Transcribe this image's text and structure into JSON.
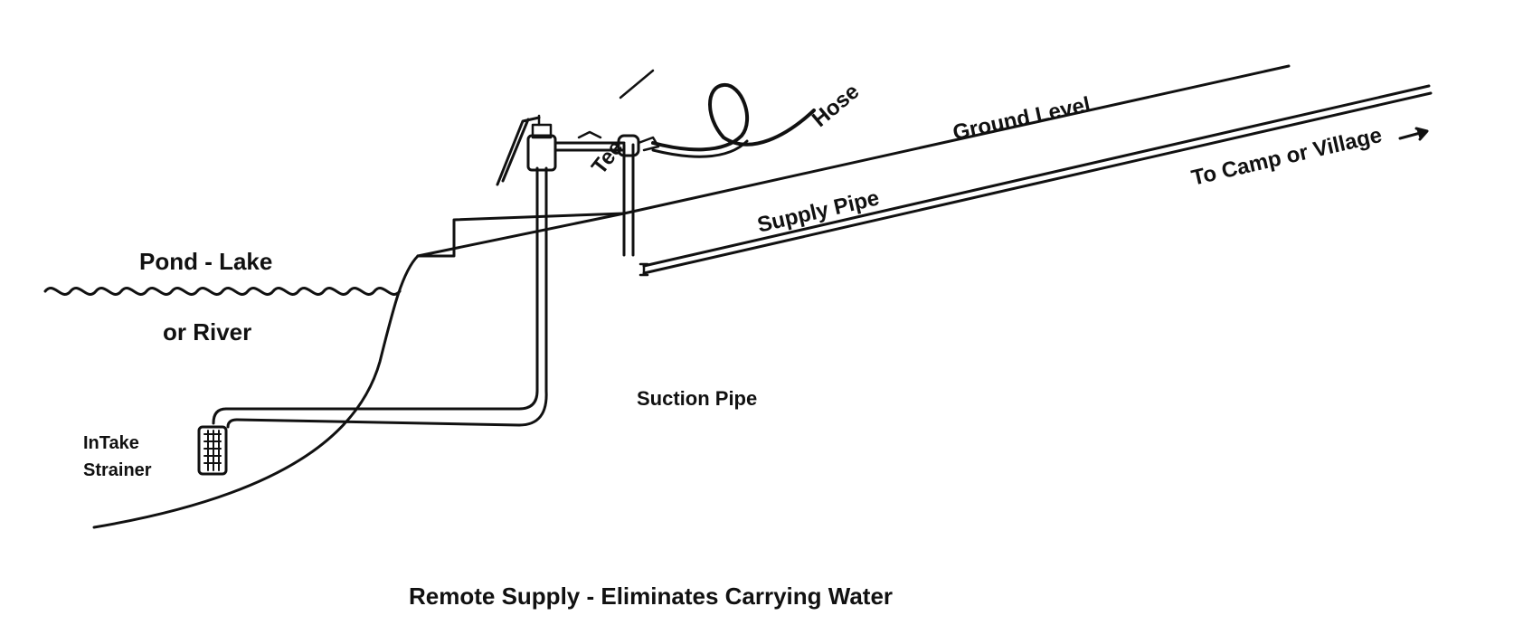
{
  "labels": {
    "tee": "Tee",
    "hose": "Hose",
    "ground_level": "Ground Level",
    "supply_pipe": "Supply Pipe",
    "to_camp": "To Camp or Village",
    "pond_lake": "Pond - Lake",
    "or_river": "or River",
    "suction_pipe": "Suction Pipe",
    "intake": "InTake",
    "strainer": "Strainer"
  },
  "caption": "Remote Supply - Eliminates Carrying Water",
  "colors": {
    "ink": "#111111",
    "background": "#ffffff"
  },
  "icons": [
    "hand-pump-icon",
    "tee-fitting-icon",
    "hose-coil-icon",
    "intake-strainer-icon",
    "water-wave-icon",
    "arrow-right-icon"
  ]
}
